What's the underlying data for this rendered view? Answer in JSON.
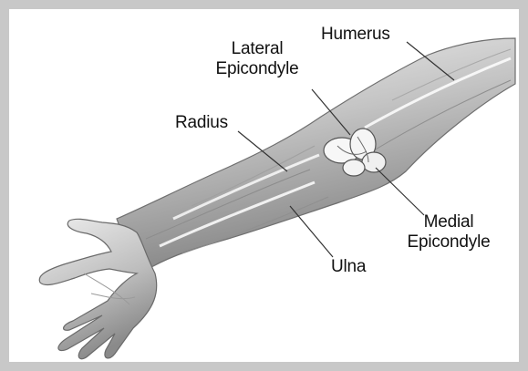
{
  "diagram": {
    "labels": {
      "humerus": "Humerus",
      "lateral_epicondyle": [
        "Lateral",
        "Epicondyle"
      ],
      "radius": "Radius",
      "medial_epicondyle": [
        "Medial",
        "Epicondyle"
      ],
      "ulna": "Ulna"
    },
    "colors": {
      "frame": "#c8c8c8",
      "skin_light": "#ededed",
      "skin_mid": "#b9b9b9",
      "skin_dark": "#7a7a7a",
      "bone": "#f7f7f7",
      "leader": "#333333"
    }
  }
}
